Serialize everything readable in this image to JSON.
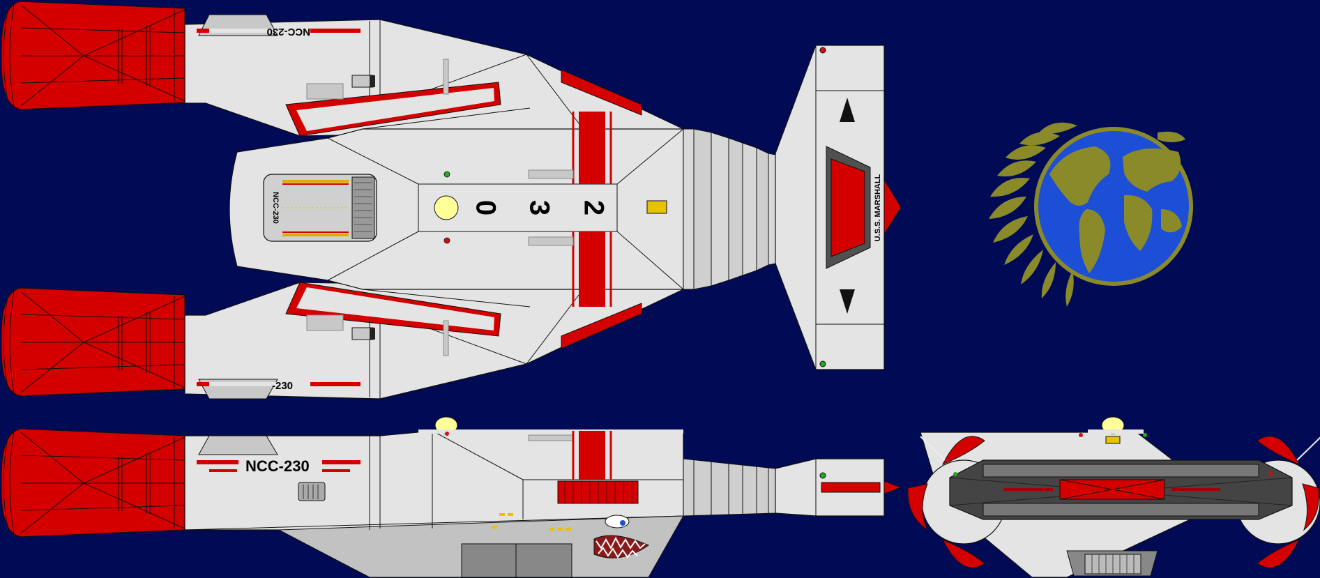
{
  "colors": {
    "background": "#000a55",
    "hull": "#e4e4e4",
    "hull_shade": "#cfcfcf",
    "belly": "#c2c2c2",
    "accent_red": "#d40000",
    "line": "#111111",
    "window_yellow": "#ffff99",
    "panel_gray": "#b4b4b4",
    "dark_gray": "#505050",
    "logo_gold": "#8a8a2a",
    "globe_blue": "#1c4fd6",
    "light_green": "#22aa22",
    "light_red": "#cc1111",
    "yellow_panel": "#e6c200"
  },
  "ship": {
    "registry_top": "NCC-230",
    "registry_bottom": "-230",
    "registry_side": "NCC-230",
    "hatch_registry": "NCC-230",
    "ship_name": "U.S.S. MARSHALL",
    "hull_number_digits": [
      "0",
      "3",
      "2"
    ]
  },
  "icons": {
    "emblem": "federation-emblem-icon",
    "globe": "earth-globe-icon",
    "laurel": "laurel-wreath-icon",
    "shark_mouth": "shark-mouth-nose-art-icon"
  }
}
